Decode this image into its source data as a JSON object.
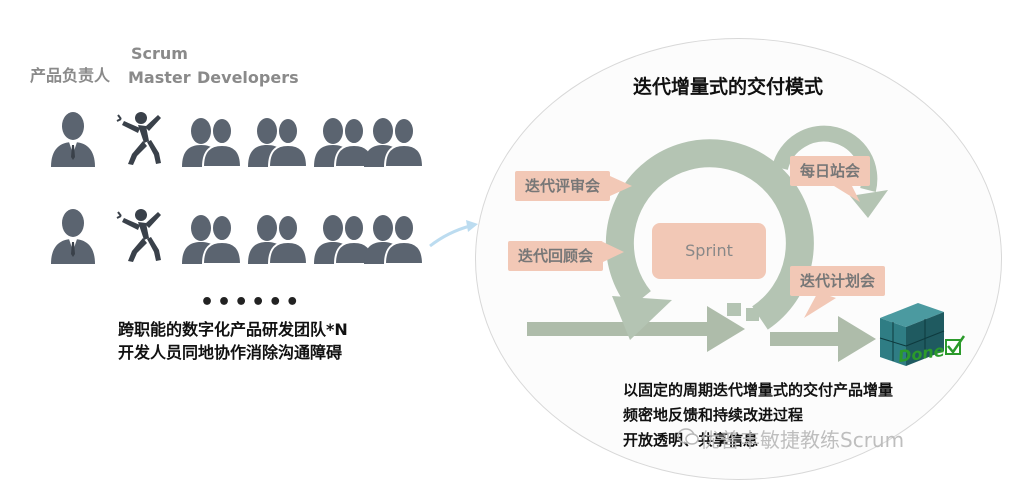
{
  "roles": {
    "product_owner": "产品负责人",
    "scrum_master_line1": "Scrum",
    "scrum_master_line2": "Master",
    "developers": "Developers"
  },
  "team": {
    "ellipsis": "••••••",
    "line1": "跨职能的数字化产品研发团队*N",
    "line2": "开发人员同地协作消除沟通障碍"
  },
  "diagram": {
    "title": "迭代增量式的交付模式",
    "review": "迭代评审会",
    "retrospective": "迭代回顾会",
    "daily": "每日站会",
    "planning": "迭代计划会",
    "sprint": "Sprint",
    "done": "Done"
  },
  "benefits": {
    "line1": "以固定的周期迭代增量式的交付产品增量",
    "line2": "频密地反馈和持续改进过程",
    "line3": "开放透明、共享信息"
  },
  "watermark": "优普丰敏捷教练Scrum",
  "colors": {
    "people": "#5b6470",
    "callout": "#f2c8b6",
    "cycle": "#a9b8a8",
    "done_cube": "#2f7d84",
    "done_text": "#2b9a2b"
  }
}
